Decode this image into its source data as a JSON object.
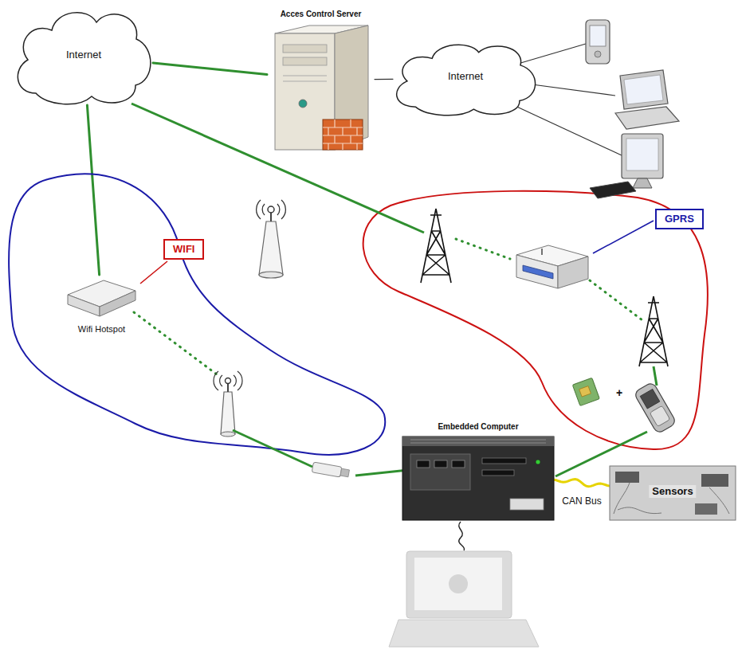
{
  "diagram": {
    "nodes": [
      {
        "text": [
          "Internet"
        ]
      },
      {
        "text": [
          "Acces Control Server"
        ]
      },
      {
        "text": [
          "Internet"
        ]
      },
      {
        "text": [
          "WIFI"
        ]
      },
      {
        "text": [
          "GPRS"
        ]
      },
      {
        "text": [
          "Wifi Hotspot"
        ]
      },
      {
        "text": [
          "Embedded Computer"
        ]
      },
      {
        "text": [
          "Sensors"
        ]
      }
    ],
    "edges": [
      {
        "from": 0,
        "to": 1,
        "arrow": "none"
      },
      {
        "from": 1,
        "to": 2,
        "arrow": "none"
      },
      {
        "from": 0,
        "to": 5,
        "arrow": "none"
      },
      {
        "from": 6,
        "to": 7,
        "label": "CAN Bus",
        "arrow": "none"
      }
    ],
    "labels": [
      "+"
    ]
  }
}
